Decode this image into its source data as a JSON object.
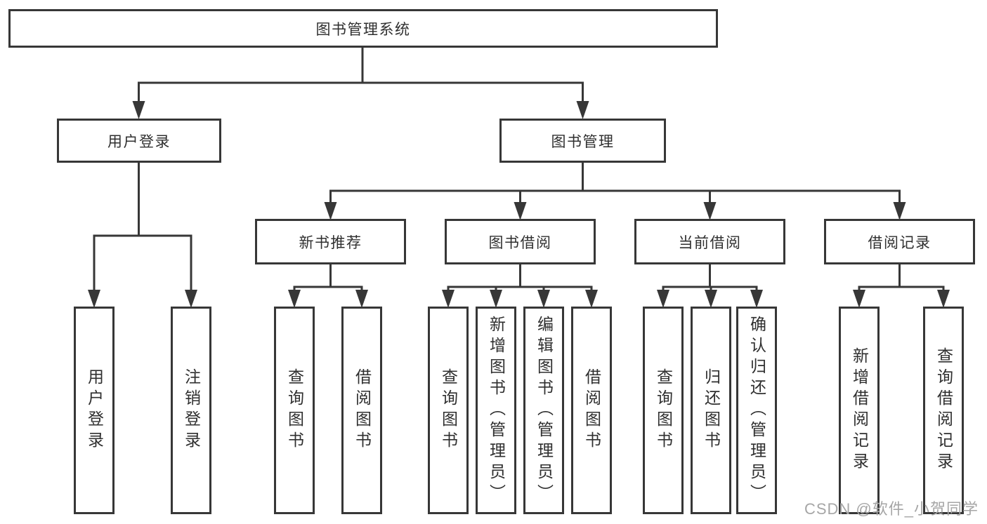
{
  "tree": {
    "label": "图书管理系统",
    "children": [
      {
        "label": "用户登录",
        "children": [
          {
            "label": "用户登录"
          },
          {
            "label": "注销登录"
          }
        ]
      },
      {
        "label": "图书管理",
        "children": [
          {
            "label": "新书推荐",
            "children": [
              {
                "label": "查询图书"
              },
              {
                "label": "借阅图书"
              }
            ]
          },
          {
            "label": "图书借阅",
            "children": [
              {
                "label": "查询图书"
              },
              {
                "label": "新增图书（管理员）"
              },
              {
                "label": "编辑图书（管理员）"
              },
              {
                "label": "借阅图书"
              }
            ]
          },
          {
            "label": "当前借阅",
            "children": [
              {
                "label": "查询图书"
              },
              {
                "label": "归还图书"
              },
              {
                "label": "确认归还（管理员）"
              }
            ]
          },
          {
            "label": "借阅记录",
            "children": [
              {
                "label": "新增借阅记录"
              },
              {
                "label": "查询借阅记录"
              }
            ]
          }
        ]
      }
    ]
  },
  "watermark": "CSDN @软件_小贺同学",
  "colors": {
    "line": "#373737",
    "text": "#2f2f2f",
    "background": "#ffffff",
    "watermark": "#a6a6a6"
  }
}
